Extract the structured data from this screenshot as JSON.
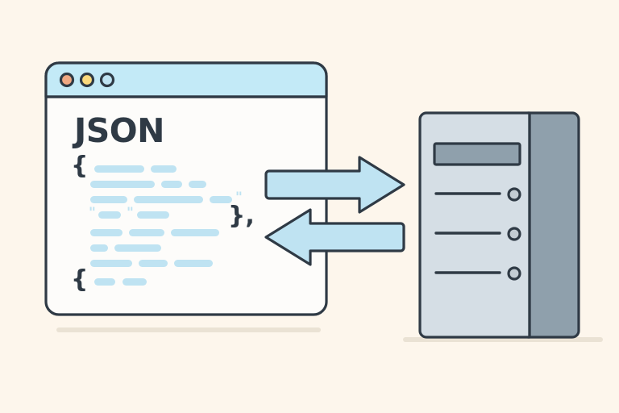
{
  "meta": {
    "background_color": "#fdf6ec",
    "ink_color": "#2f3a45",
    "accent_blue": "#bfe3f2",
    "titlebar_color": "#c3eaf7",
    "window_body_color": "#fdfcfa",
    "server_face_color": "#d5dee5",
    "server_side_color": "#8fa0ac",
    "shadow_color": "#eae2d4"
  },
  "window": {
    "name": "code-window",
    "titlebar": {
      "dots": [
        {
          "name": "close-dot",
          "label": "close",
          "color": "#f0a882"
        },
        {
          "name": "minimize-dot",
          "label": "minimize",
          "color": "#fbd97c"
        },
        {
          "name": "maximize-dot",
          "label": "maximize",
          "color": "#bfe3f2"
        }
      ]
    },
    "content": {
      "title": "JSON",
      "open_brace_top": "{",
      "close_brace": "},",
      "open_brace_bottom": "{",
      "quote_glyph": "\"",
      "code_lines": [
        {
          "indent": 1,
          "bars": [
            62,
            32
          ]
        },
        {
          "indent": 0,
          "bars": [
            80,
            26,
            22
          ]
        },
        {
          "indent": 0,
          "bars": [
            46,
            86,
            28
          ],
          "trailing_quote": true
        },
        {
          "indent": 0,
          "leading_quote": true,
          "bars": [
            28
          ],
          "mid_quote": true,
          "bars2": [
            40
          ]
        },
        {
          "indent": 0,
          "bars": [
            40,
            44,
            60
          ]
        },
        {
          "indent": 0,
          "bars": [
            22,
            58
          ]
        },
        {
          "indent": 0,
          "bars": [
            52,
            36,
            48
          ]
        },
        {
          "indent": 1,
          "bars": [
            26,
            30
          ]
        }
      ]
    }
  },
  "arrows": [
    {
      "name": "request-arrow-right",
      "direction": "right",
      "label": "request"
    },
    {
      "name": "response-arrow-left",
      "direction": "left",
      "label": "response"
    }
  ],
  "server": {
    "name": "server-tower",
    "display_panel": {
      "name": "server-display-panel"
    },
    "drive_bays": [
      {
        "name": "server-drive-bay-1"
      },
      {
        "name": "server-drive-bay-2"
      },
      {
        "name": "server-drive-bay-3"
      }
    ]
  }
}
